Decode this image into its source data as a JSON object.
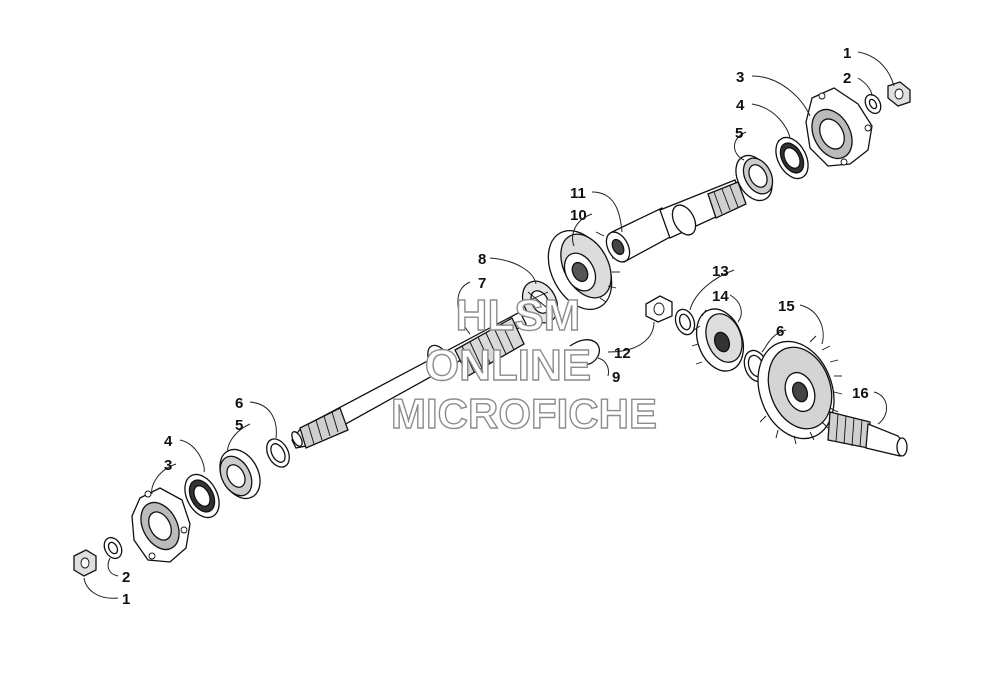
{
  "diagram": {
    "labels": {
      "l1_top": "1",
      "l2_top": "2",
      "l3_top": "3",
      "l4_top": "4",
      "l5_top": "5",
      "l11": "11",
      "l10": "10",
      "l8": "8",
      "l7": "7",
      "l13": "13",
      "l14": "14",
      "l15": "15",
      "l6_right": "6",
      "l12": "12",
      "l9": "9",
      "l16": "16",
      "l6_left": "6",
      "l4_left": "4",
      "l5_left": "5",
      "l3_left": "3",
      "l2_bottom": "2",
      "l1_bottom": "1"
    },
    "watermark": {
      "line1": "HLSM",
      "line2": "ONLINE",
      "line3": "MICROFICHE"
    }
  }
}
